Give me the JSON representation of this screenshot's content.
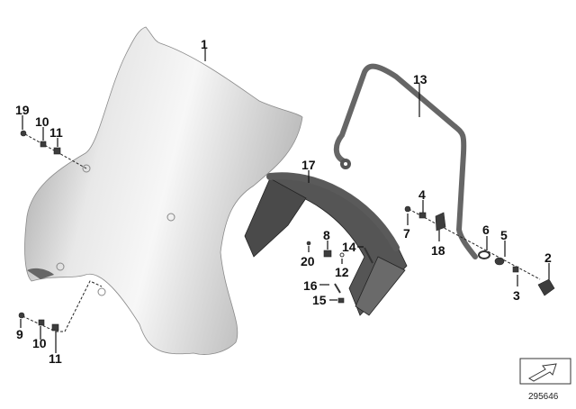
{
  "diagram": {
    "callouts": {
      "p1": "1",
      "p2": "2",
      "p3": "3",
      "p4": "4",
      "p5": "5",
      "p6": "6",
      "p7": "7",
      "p8": "8",
      "p9": "9",
      "p10a": "10",
      "p10b": "10",
      "p11a": "11",
      "p11b": "11",
      "p12": "12",
      "p13": "13",
      "p14": "14",
      "p15": "15",
      "p16": "16",
      "p17": "17",
      "p18": "18",
      "p19": "19",
      "p20": "20"
    },
    "reference_number": "295646"
  },
  "colors": {
    "label": "#111111",
    "part": "#3d3d3d",
    "windshield": "#c9c9c9"
  }
}
